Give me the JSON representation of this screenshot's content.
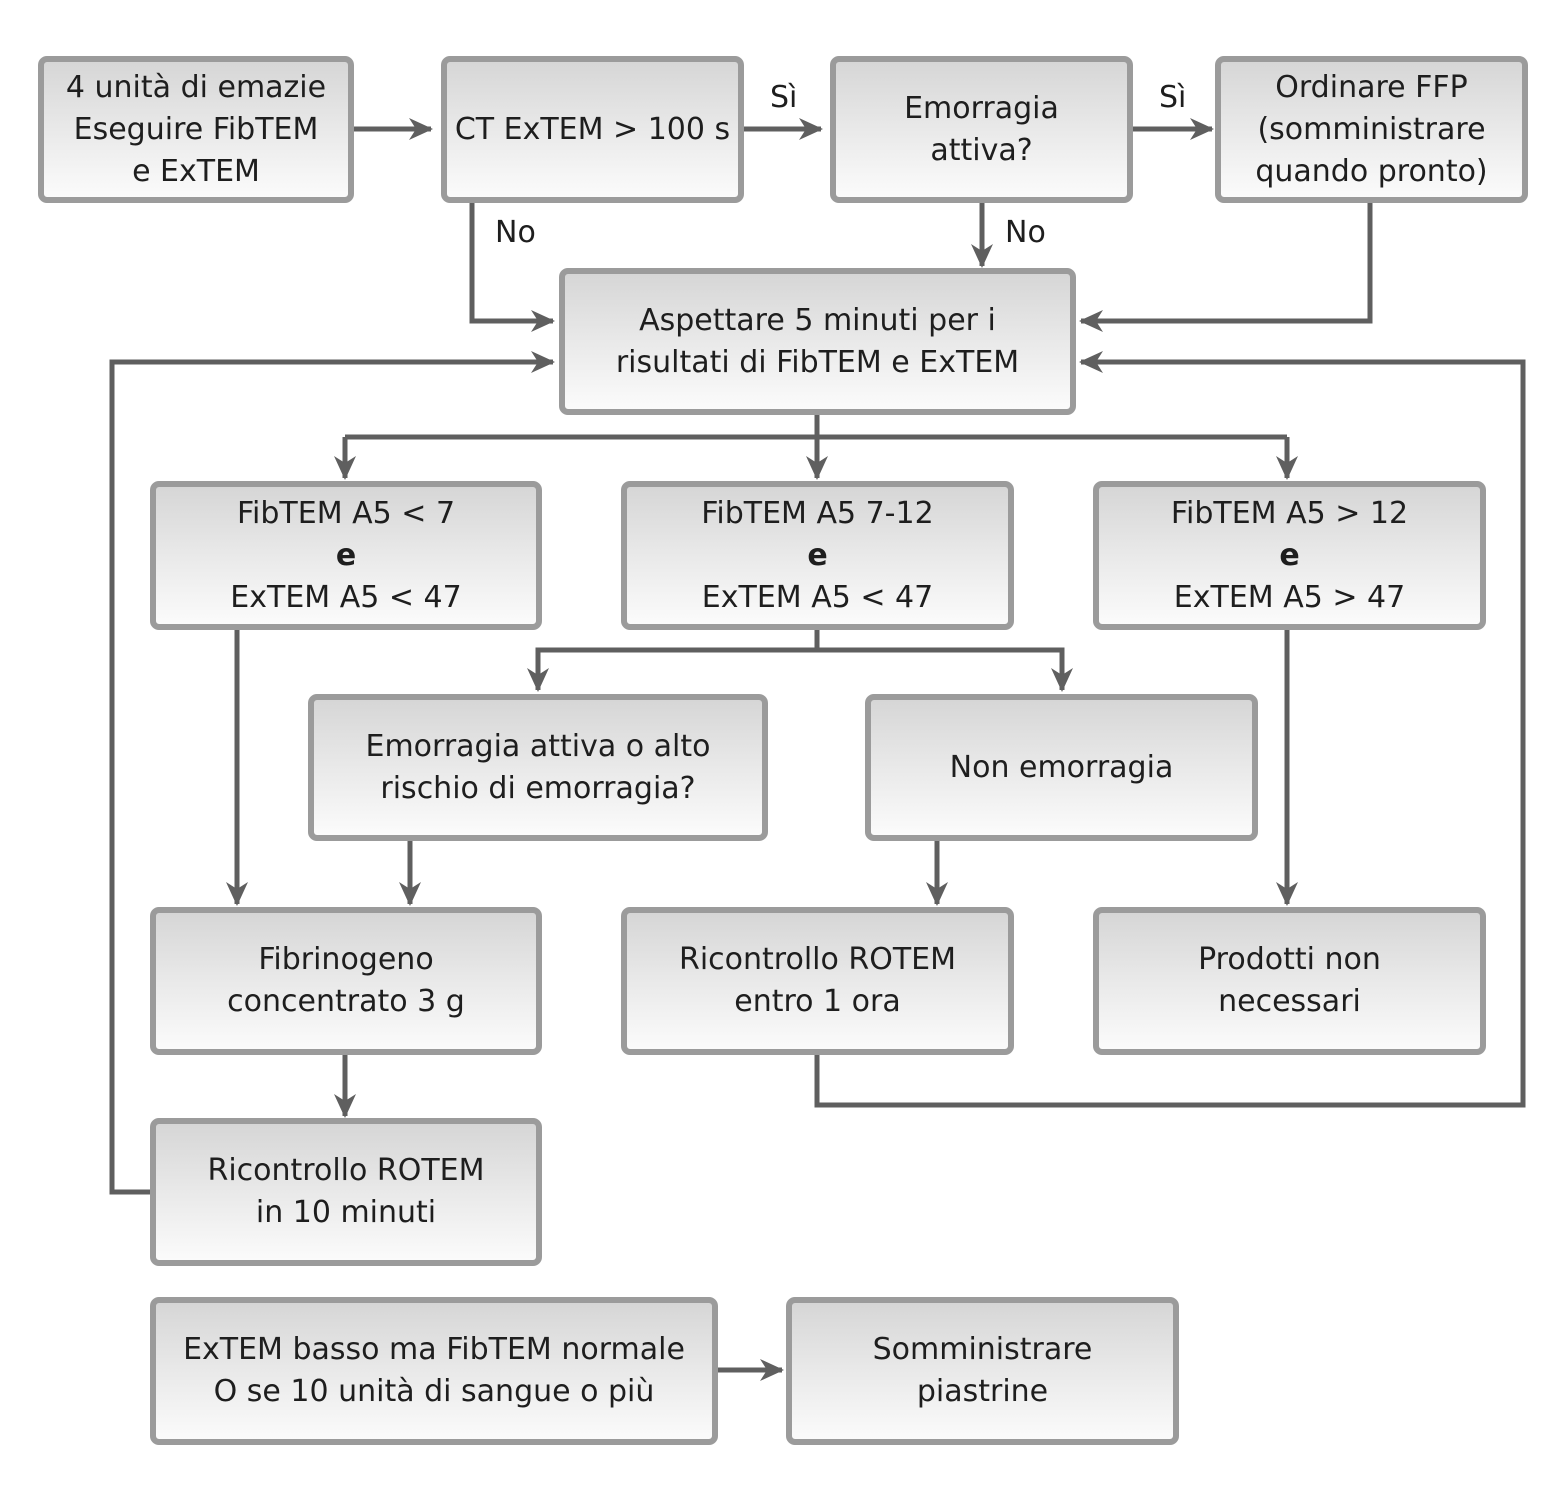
{
  "nodes": {
    "start": {
      "lines": [
        "4 unità di emazie",
        "Eseguire FibTEM",
        "e ExTEM"
      ]
    },
    "ct_extem": {
      "lines": [
        "CT ExTEM > 100 s"
      ]
    },
    "emorragia_attiva": {
      "lines": [
        "Emorragia",
        "attiva?"
      ]
    },
    "ordinare_ffp": {
      "lines": [
        "Ordinare FFP",
        "(somministrare",
        "quando pronto)"
      ]
    },
    "aspettare": {
      "lines": [
        "Aspettare 5 minuti per i",
        "risultati di FibTEM e ExTEM"
      ]
    },
    "fib_low": {
      "line1": "FibTEM A5 < 7",
      "connector": "e",
      "line2": "ExTEM A5 < 47"
    },
    "fib_mid": {
      "line1": "FibTEM A5 7-12",
      "connector": "e",
      "line2": "ExTEM A5 < 47"
    },
    "fib_high": {
      "line1": "FibTEM A5 > 12",
      "connector": "e",
      "line2": "ExTEM A5 > 47"
    },
    "rischio": {
      "lines": [
        "Emorragia attiva o alto",
        "rischio di emorragia?"
      ]
    },
    "non_emorragia": {
      "lines": [
        "Non emorragia"
      ]
    },
    "fibrinogeno": {
      "lines": [
        "Fibrinogeno",
        "concentrato 3 g"
      ]
    },
    "ricontrollo_ora": {
      "lines": [
        "Ricontrollo ROTEM",
        "entro 1 ora"
      ]
    },
    "prodotti": {
      "lines": [
        "Prodotti non",
        "necessari"
      ]
    },
    "ricontrollo_10": {
      "lines": [
        "Ricontrollo ROTEM",
        "in 10 minuti"
      ]
    },
    "extem_basso": {
      "lines": [
        "ExTEM basso ma FibTEM normale",
        "O se 10 unità di sangue o più"
      ]
    },
    "piastrine": {
      "lines": [
        "Somministrare",
        "piastrine"
      ]
    }
  },
  "edge_labels": {
    "si_1": "Sì",
    "si_2": "Sì",
    "no_1": "No",
    "no_2": "No"
  },
  "colors": {
    "border": "#9b9b9b",
    "connector": "#5f5f5f",
    "text": "#1e1e1e"
  }
}
